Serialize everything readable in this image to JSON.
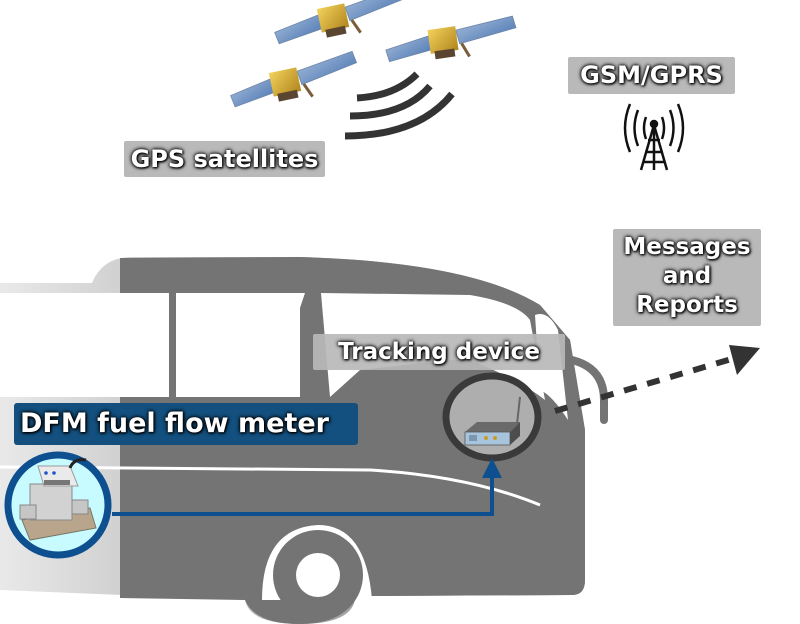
{
  "diagram": {
    "title": "DFM fuel flow meter telematics scheme",
    "labels": {
      "gps_satellites": "GPS satellites",
      "gsm_gprs": "GSM/GPRS",
      "messages_reports": "Messages and Reports",
      "tracking_device": "Tracking device",
      "dfm_meter": "DFM fuel flow meter"
    },
    "icons": {
      "satellites": [
        "satellite-icon",
        "satellite-icon",
        "satellite-icon"
      ],
      "signal_waves": "signal-waves-icon",
      "cell_tower": "cell-tower-icon",
      "bus": "bus-icon",
      "tracker": "tracking-device-icon",
      "fuel_meter": "fuel-flow-meter-icon",
      "data_arrow": "dashed-arrow-icon",
      "connection_arrow": "connection-arrow-icon"
    },
    "colors": {
      "bus_body": "#747474",
      "label_bg": "#b9b9b9",
      "dfm_label_bg": "#13507f",
      "connector": "#0d4f8f",
      "meter_bg": "#c8fbff",
      "text": "#ffffff"
    }
  }
}
